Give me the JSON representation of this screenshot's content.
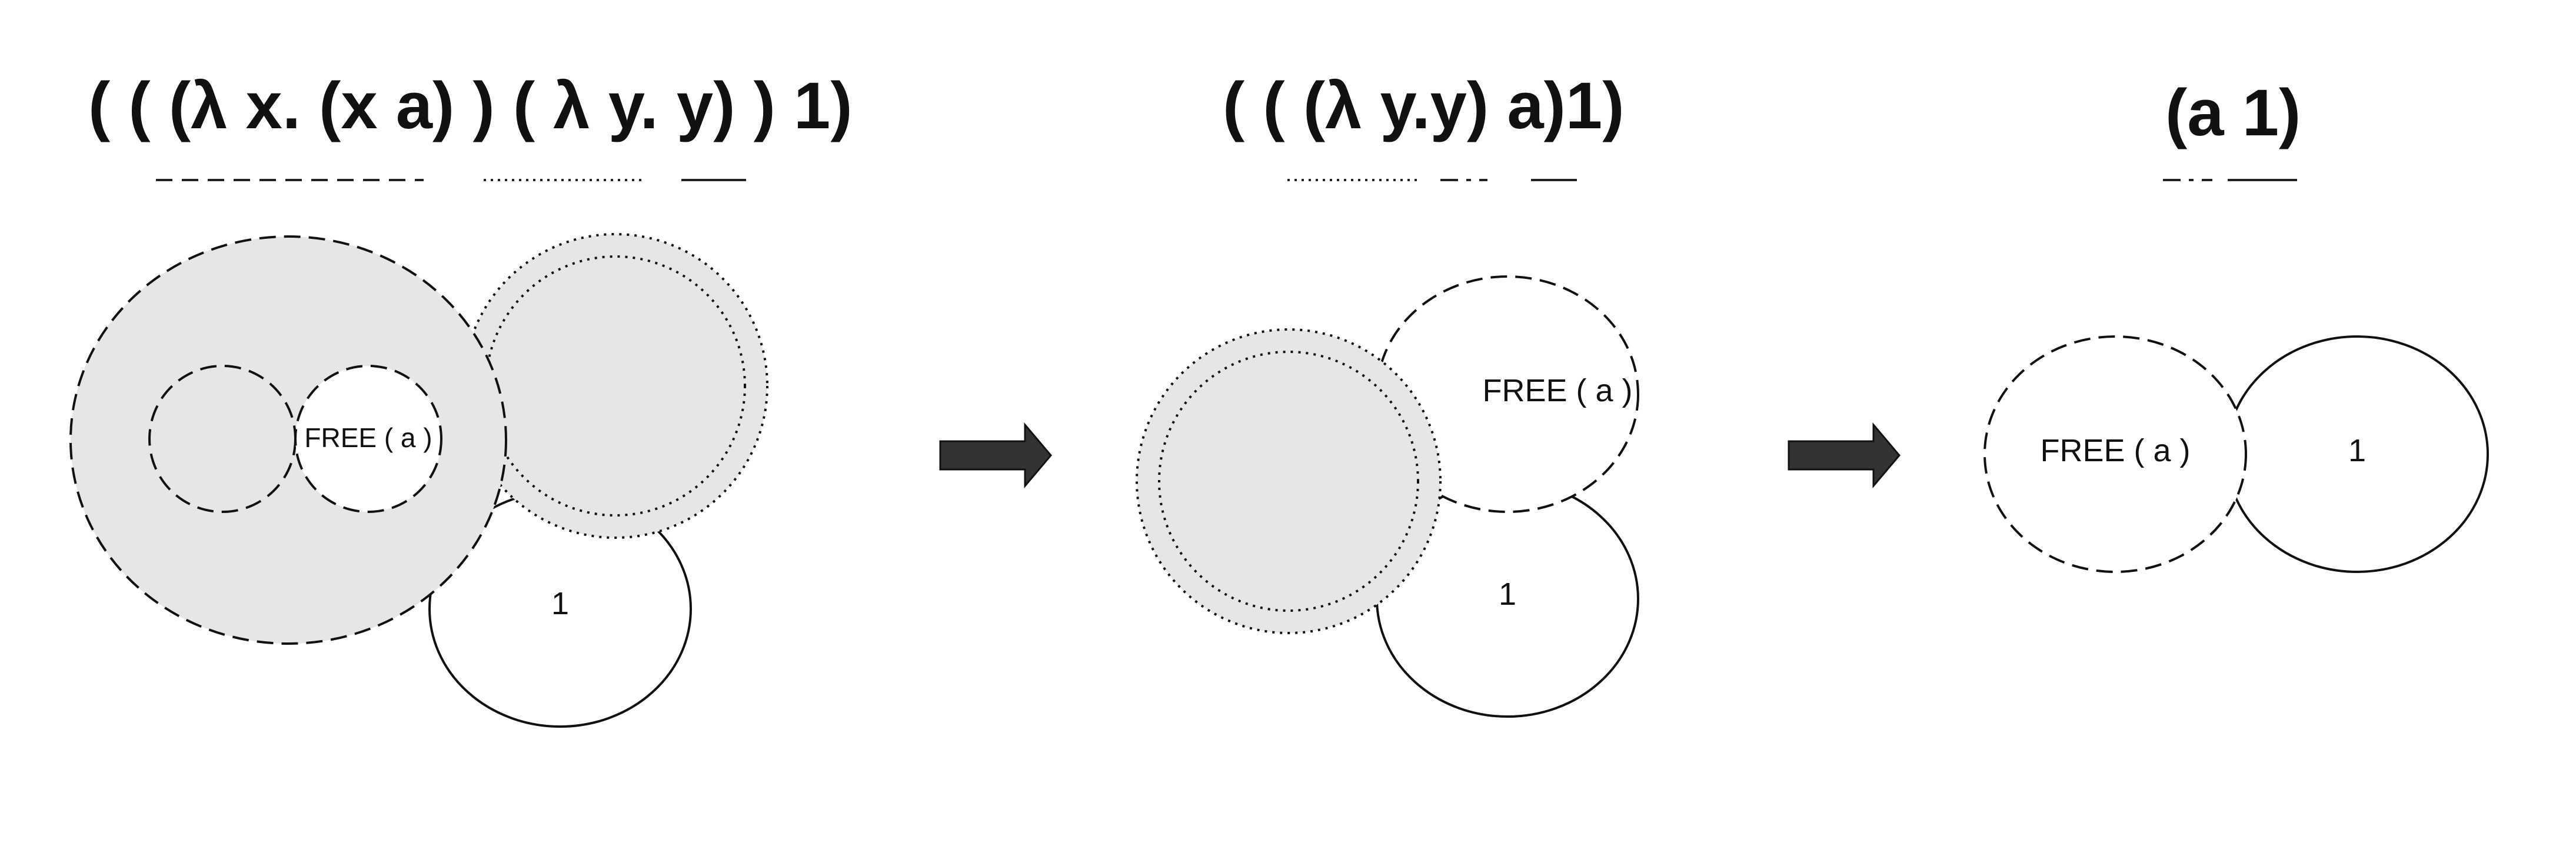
{
  "stages": [
    {
      "expression": "( ( (λ x. (x a) ) ( λ y. y) ) 1)",
      "circle_labels": {
        "free": "FREE ( a )",
        "arg": "1"
      }
    },
    {
      "expression": "( ( (λ y.y) a)1)",
      "circle_labels": {
        "free": "FREE ( a )",
        "arg": "1"
      }
    },
    {
      "expression": "(a 1)",
      "circle_labels": {
        "free": "FREE ( a )",
        "arg": "1"
      }
    }
  ],
  "colors": {
    "shade": "#e6e6e6",
    "stroke": "#111111",
    "arrow": "#333333"
  },
  "icons": [
    "right-arrow-icon",
    "right-arrow-icon"
  ]
}
